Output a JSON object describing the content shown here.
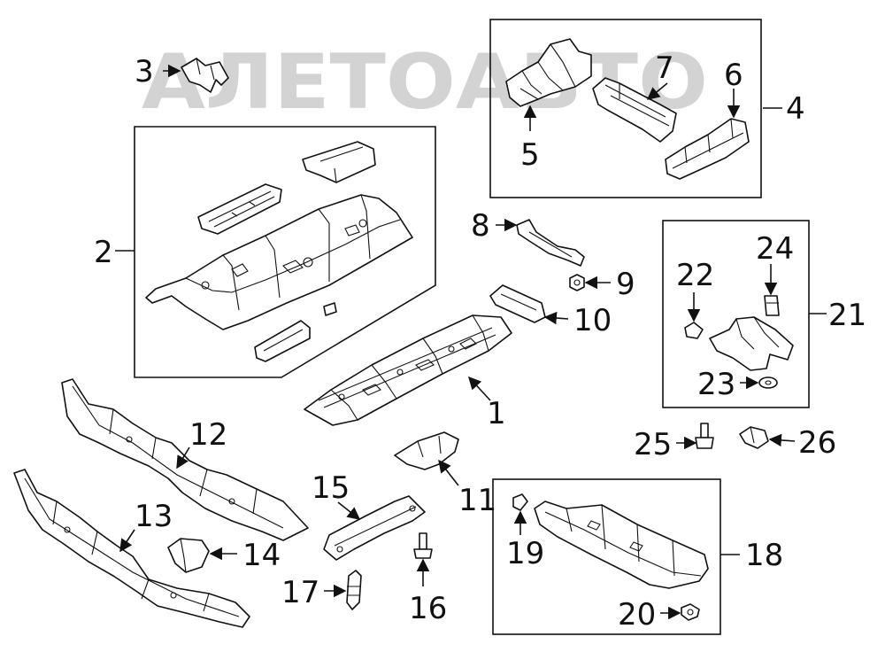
{
  "watermark": {
    "text": "АЛЕТОАВТО",
    "color": "#d3d3d3"
  },
  "callouts": {
    "c1": "1",
    "c2": "2",
    "c3": "3",
    "c4": "4",
    "c5": "5",
    "c6": "6",
    "c7": "7",
    "c8": "8",
    "c9": "9",
    "c10": "10",
    "c11": "11",
    "c12": "12",
    "c13": "13",
    "c14": "14",
    "c15": "15",
    "c16": "16",
    "c17": "17",
    "c18": "18",
    "c19": "19",
    "c20": "20",
    "c21": "21",
    "c22": "22",
    "c23": "23",
    "c24": "24",
    "c25": "25",
    "c26": "26"
  }
}
